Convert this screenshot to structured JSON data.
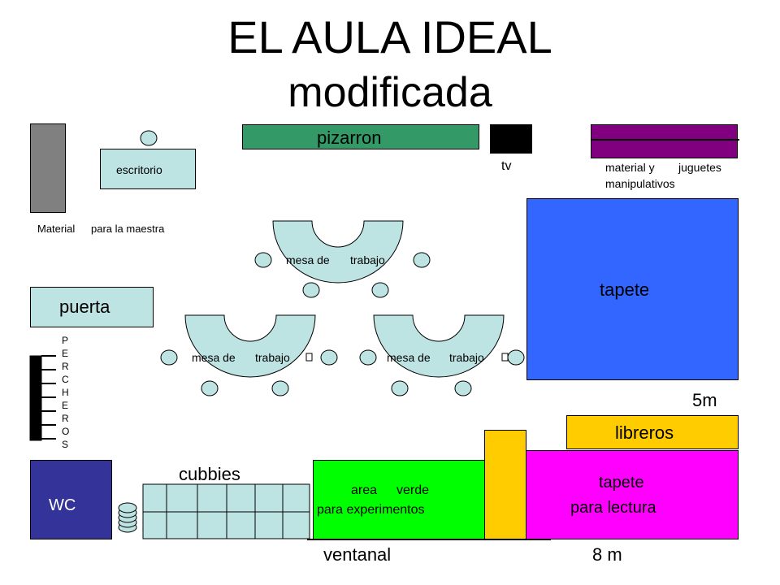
{
  "title": {
    "line1": "EL AULA IDEAL",
    "line2": "modificada"
  },
  "labels": {
    "pizarron": "pizarron",
    "tv": "tv",
    "material_juguetes_1a": "material y",
    "material_juguetes_1b": "juguetes",
    "material_juguetes_2": "manipulativos",
    "escritorio": "escritorio",
    "material_maestra_a": "Material",
    "material_maestra_b": "para  la  maestra",
    "mesa_a": "mesa de",
    "mesa_b": "trabajo",
    "tapete": "tapete",
    "puerta": "puerta",
    "percheros": [
      "P",
      "E",
      "R",
      "C",
      "H",
      "E",
      "R",
      "O",
      "S"
    ],
    "dim_5m": "5m",
    "libreros": "libreros",
    "cubbies": "cubbies",
    "wc": "WC",
    "area_verde_1a": "area",
    "area_verde_1b": "verde",
    "area_verde_2": "para experimentos",
    "tapete_lectura_1": "tapete",
    "tapete_lectura_2": "para lectura",
    "ventanal": "ventanal",
    "dim_8m": "8 m"
  },
  "colors": {
    "pizarron": "#339966",
    "light_blue": "#bde3e3",
    "gray": "#808080",
    "purple": "#800080",
    "tapete_blue": "#3366ff",
    "libreros_yellow": "#ffcc00",
    "magenta": "#ff00ff",
    "green": "#00ff00",
    "wc_navy": "#333399"
  }
}
